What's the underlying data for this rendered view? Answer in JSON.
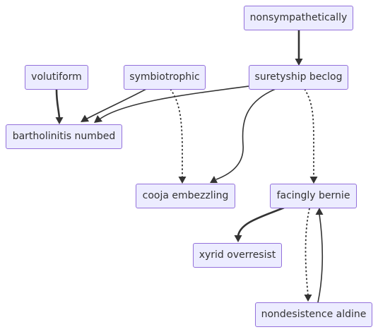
{
  "diagram": {
    "type": "flowchart",
    "colors": {
      "node_fill": "#ececff",
      "node_border": "#9370db",
      "text": "#333333",
      "edge": "#333333"
    },
    "nodes": [
      {
        "id": "nonsympathetically",
        "label": "nonsympathetically"
      },
      {
        "id": "volutiform",
        "label": "volutiform"
      },
      {
        "id": "symbiotrophic",
        "label": "symbiotrophic"
      },
      {
        "id": "suretyship_beclog",
        "label": "suretyship beclog"
      },
      {
        "id": "bartholinitis_numbed",
        "label": "bartholinitis numbed"
      },
      {
        "id": "cooja_embezzling",
        "label": "cooja embezzling"
      },
      {
        "id": "facingly_bernie",
        "label": "facingly bernie"
      },
      {
        "id": "xyrid_overresist",
        "label": "xyrid overresist"
      },
      {
        "id": "nondesistence_aldine",
        "label": "nondesistence aldine"
      }
    ],
    "edges": [
      {
        "from": "nonsympathetically",
        "to": "suretyship_beclog",
        "style": "thick"
      },
      {
        "from": "volutiform",
        "to": "bartholinitis_numbed",
        "style": "thick"
      },
      {
        "from": "symbiotrophic",
        "to": "bartholinitis_numbed",
        "style": "normal"
      },
      {
        "from": "suretyship_beclog",
        "to": "bartholinitis_numbed",
        "style": "normal"
      },
      {
        "from": "symbiotrophic",
        "to": "cooja_embezzling",
        "style": "dotted"
      },
      {
        "from": "suretyship_beclog",
        "to": "cooja_embezzling",
        "style": "normal"
      },
      {
        "from": "suretyship_beclog",
        "to": "facingly_bernie",
        "style": "dotted"
      },
      {
        "from": "facingly_bernie",
        "to": "xyrid_overresist",
        "style": "thick"
      },
      {
        "from": "facingly_bernie",
        "to": "nondesistence_aldine",
        "style": "dotted"
      },
      {
        "from": "nondesistence_aldine",
        "to": "facingly_bernie",
        "style": "normal"
      }
    ]
  }
}
